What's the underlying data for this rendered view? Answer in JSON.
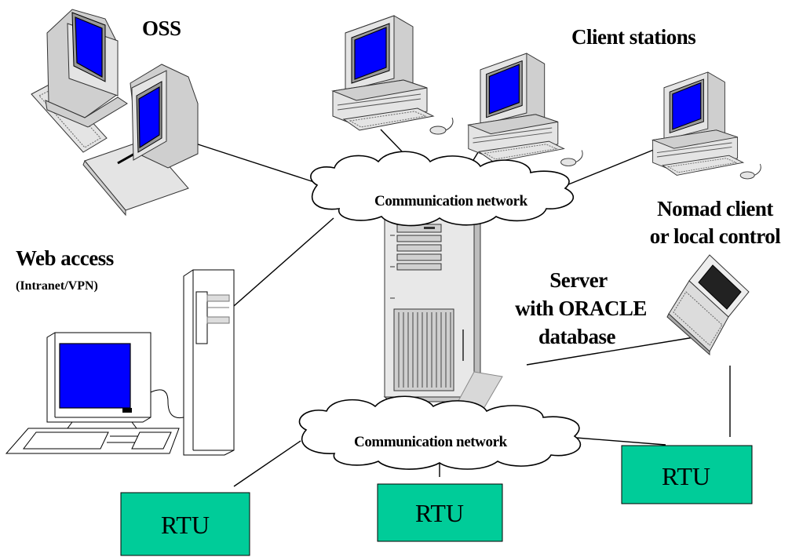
{
  "labels": {
    "oss": "OSS",
    "client_stations": "Client stations",
    "nomad_line1": "Nomad client",
    "nomad_line2": "or local control",
    "web_access": "Web access",
    "web_access_sub": "(Intranet/VPN)",
    "server_line1": "Server",
    "server_line2": "with ORACLE",
    "server_line3": "database"
  },
  "networks": {
    "top": "Communication network",
    "bottom": "Communication network"
  },
  "rtus": [
    "RTU",
    "RTU",
    "RTU"
  ],
  "colors": {
    "rtu_fill": "#00cc99",
    "screen": "#0000ff",
    "cloud": "#ffffff"
  },
  "icons": [
    "workstation-icon",
    "desktop-computer-icon",
    "server-tower-icon",
    "laptop-icon",
    "cloud-icon"
  ]
}
